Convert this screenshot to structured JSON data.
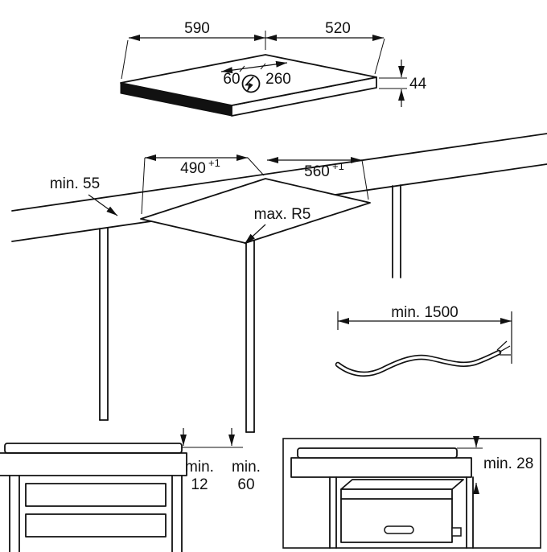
{
  "diagram": {
    "colors": {
      "line": "#111111",
      "background": "#ffffff"
    },
    "hob_top": {
      "width": "590",
      "depth": "520",
      "thickness": "44",
      "connection_offset_left": "60",
      "connection_offset_right": "260",
      "power_icon": "lightning-bolt"
    },
    "cutout": {
      "depth": "490",
      "depth_tolerance": "+1",
      "width": "560",
      "width_tolerance": "+1",
      "edge_distance": "min. 55",
      "corner_radius": "max. R5"
    },
    "cable": {
      "length": "min. 1500"
    },
    "drawer_clearance": {
      "label1_top": "min.",
      "label1_value": "12",
      "label2_top": "min.",
      "label2_value": "60"
    },
    "oven_clearance": {
      "gap": "min. 28"
    }
  }
}
